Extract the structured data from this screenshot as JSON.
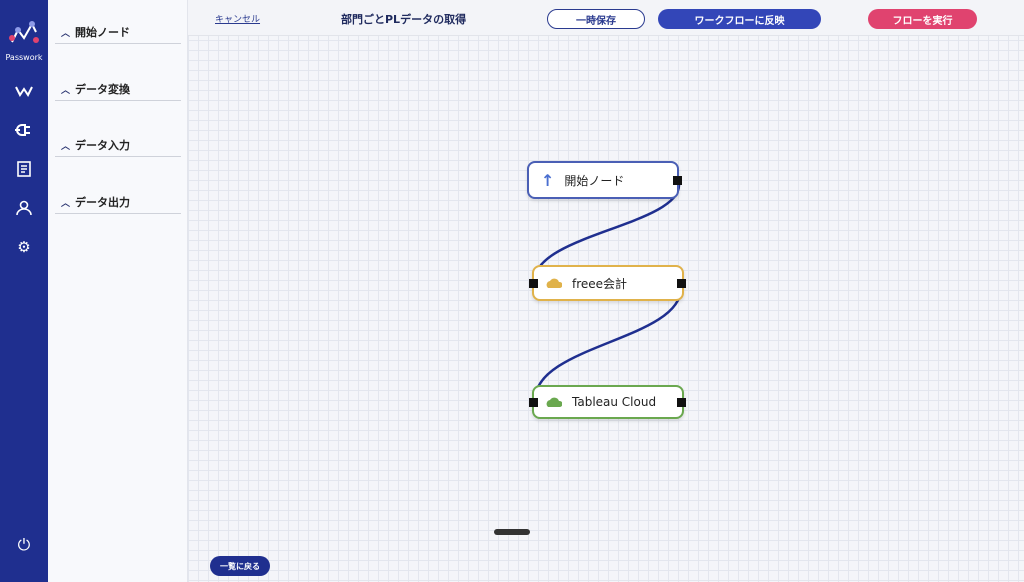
{
  "sidebar": {
    "brand": "Passwork",
    "icons": [
      "workflow-icon",
      "plug-icon",
      "document-icon",
      "user-icon",
      "gear-icon",
      "power-icon"
    ]
  },
  "panel": {
    "sections": [
      {
        "label": "開始ノード"
      },
      {
        "label": "データ変換"
      },
      {
        "label": "データ入力"
      },
      {
        "label": "データ出力"
      }
    ]
  },
  "header": {
    "cancel": "キャンセル",
    "title": "部門ごとPLデータの取得",
    "save": "一時保存",
    "apply": "ワークフローに反映",
    "run": "フローを実行"
  },
  "nodes": [
    {
      "label": "開始ノード",
      "color": "#4a5fb5"
    },
    {
      "label": "freee会計",
      "color": "#e0b24a"
    },
    {
      "label": "Tableau Cloud",
      "color": "#6aa84f"
    }
  ],
  "footer": {
    "back": "一覧に戻る"
  },
  "colors": {
    "rail": "#1f2f8f",
    "apply": "#3346b8",
    "run": "#e0436f",
    "edge": "#1f2f8f"
  }
}
